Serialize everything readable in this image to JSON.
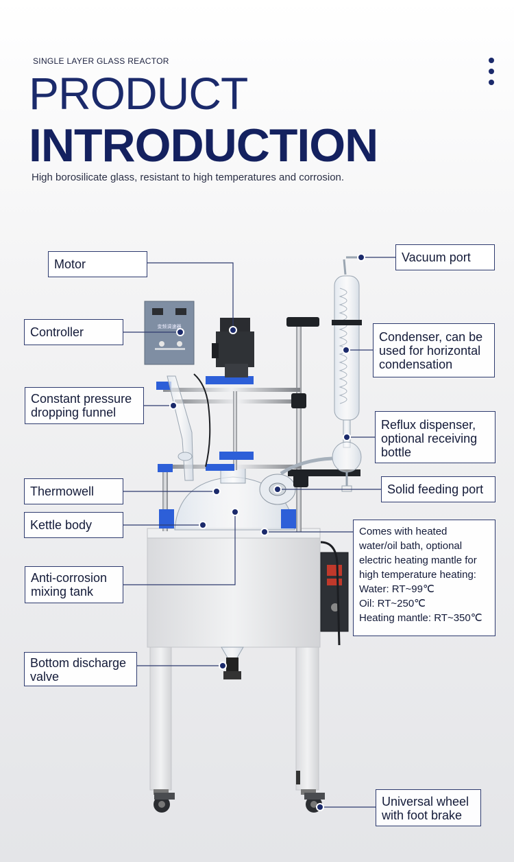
{
  "header": {
    "eyebrow": "SINGLE LAYER GLASS REACTOR",
    "title_line1": "PRODUCT",
    "title_line2": "INTRODUCTION",
    "subtitle": "High borosilicate glass, resistant to high temperatures and corrosion."
  },
  "icons": {
    "menu": "vertical-dots-icon",
    "pointer": "dot-marker-icon"
  },
  "colors": {
    "accent": "#1b2a6b",
    "bracket_blue": "#2d5fd8",
    "frame": "#e9eaec"
  },
  "controller_panel": {
    "display_label": "变频调速器"
  },
  "labels": {
    "motor": "Motor",
    "controller": "Controller",
    "funnel_line1": "Constant pressure",
    "funnel_line2": "dropping funnel",
    "thermowell": "Thermowell",
    "kettle_body": "Kettle body",
    "mixing_tank_line1": "Anti-corrosion",
    "mixing_tank_line2": "mixing tank",
    "discharge_line1": "Bottom discharge",
    "discharge_line2": "valve",
    "vacuum_port": "Vacuum port",
    "condenser_line1": "Condenser, can be",
    "condenser_line2": "used for horizontal",
    "condenser_line3": "condensation",
    "reflux_line1": "Reflux dispenser,",
    "reflux_line2": "optional receiving",
    "reflux_line3": "bottle",
    "solid_port": "Solid feeding port",
    "bath_line1": "Comes with heated",
    "bath_line2": "water/oil bath, optional",
    "bath_line3": "electric heating mantle for",
    "bath_line4": "high temperature heating:",
    "bath_line5": "Water: RT~99℃",
    "bath_line6": "Oil: RT~250℃",
    "bath_line7": "Heating mantle: RT~350℃",
    "wheel_line1": "Universal wheel",
    "wheel_line2": "with foot brake"
  }
}
